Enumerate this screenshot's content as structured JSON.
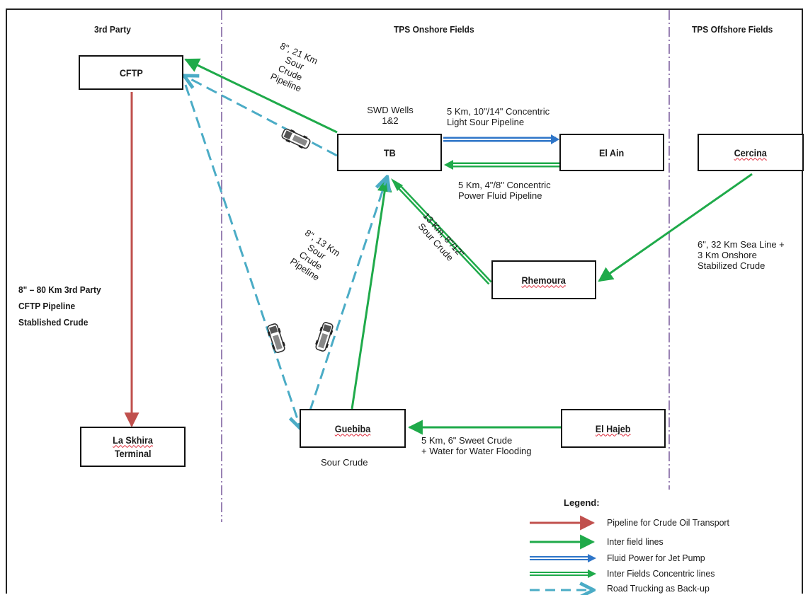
{
  "headers": {
    "third_party": "3rd Party",
    "onshore": "TPS Onshore Fields",
    "offshore": "TPS Offshore Fields"
  },
  "nodes": {
    "cftp": "CFTP",
    "la_skhira_1": "La Skhira",
    "la_skhira_2": "Terminal",
    "tb": "TB",
    "el_ain": "El Ain",
    "cercina": "Cercina",
    "rhemoura": "Rhemoura",
    "guebiba": "Guebiba",
    "el_hajeb": "El Hajeb"
  },
  "labels": {
    "cftp_tb_1": "8\", 21 Km",
    "cftp_tb_2": "Sour",
    "cftp_tb_3": "Crude",
    "cftp_tb_4": "Pipeline",
    "swd_1": "SWD Wells",
    "swd_2": "1&2",
    "tb_elain_1": "5 Km, 10\"/14\" Concentric",
    "tb_elain_2": "Light Sour Pipeline",
    "elain_tb_1": "5 Km, 4\"/8\" Concentric",
    "elain_tb_2": "Power Fluid  Pipeline",
    "guebiba_tb_1": "8\", 13 Km",
    "guebiba_tb_2": "Sour",
    "guebiba_tb_3": "Crude",
    "guebiba_tb_4": "Pipeline",
    "rhem_tb_1": "13 Km, 8\"/12\"",
    "rhem_tb_2": "Sour Crude",
    "cercina_1": "6\", 32 Km Sea Line +",
    "cercina_2": "3 Km Onshore",
    "cercina_3": "Stabilized Crude",
    "third_party_1": "8\" – 80 Km 3rd Party",
    "third_party_2": "CFTP Pipeline",
    "third_party_3": "Stablished Crude",
    "hajeb_1": "5 Km, 6\" Sweet Crude",
    "hajeb_2": "+ Water for Water Flooding",
    "sour_crude": "Sour Crude"
  },
  "legend": {
    "title": "Legend:",
    "items": [
      {
        "text": "Pipeline for Crude Oil Transport",
        "style": "red"
      },
      {
        "text": "Inter field lines",
        "style": "green"
      },
      {
        "text": "Fluid Power for Jet Pump",
        "style": "blue-double"
      },
      {
        "text": "Inter Fields Concentric lines",
        "style": "green-double"
      },
      {
        "text": "Road Trucking as Back-up",
        "style": "dashed"
      }
    ]
  },
  "colors": {
    "red": "#c0504d",
    "green": "#1faa4a",
    "blue": "#2e75c8",
    "dashed": "#4bacc6",
    "divider": "#8064a2"
  },
  "icons": [
    "truck-icon"
  ]
}
